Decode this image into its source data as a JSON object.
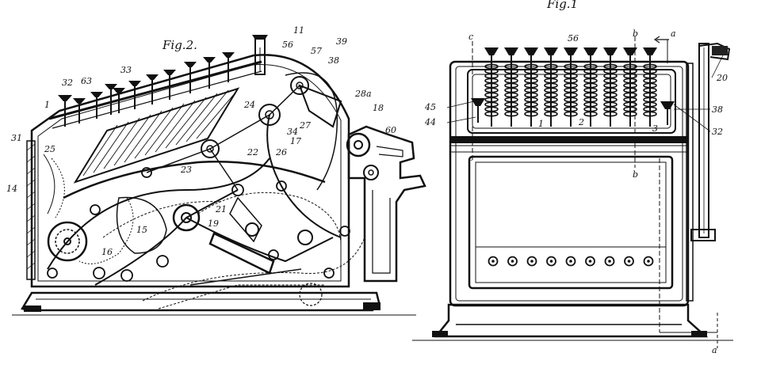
{
  "figures": [
    {
      "id": "fig2",
      "title": "Fig.2.",
      "labels": [
        "11",
        "56",
        "39",
        "57",
        "38",
        "32",
        "63",
        "33",
        "1",
        "31",
        "25",
        "24",
        "28a",
        "18",
        "60",
        "34",
        "17",
        "22",
        "26",
        "21",
        "15",
        "19",
        "16",
        "14",
        "23",
        "27"
      ]
    },
    {
      "id": "fig1",
      "title": "Fig.1",
      "labels": [
        "56",
        "c",
        "b",
        "a",
        "45",
        "44",
        "1",
        "2",
        "3",
        "38",
        "32",
        "20",
        "c",
        "b",
        "a"
      ]
    }
  ],
  "fig1_keys": {
    "key_count": 9,
    "window_count": 9
  },
  "colors": {
    "ink": "#111111",
    "paper": "#ffffff"
  }
}
